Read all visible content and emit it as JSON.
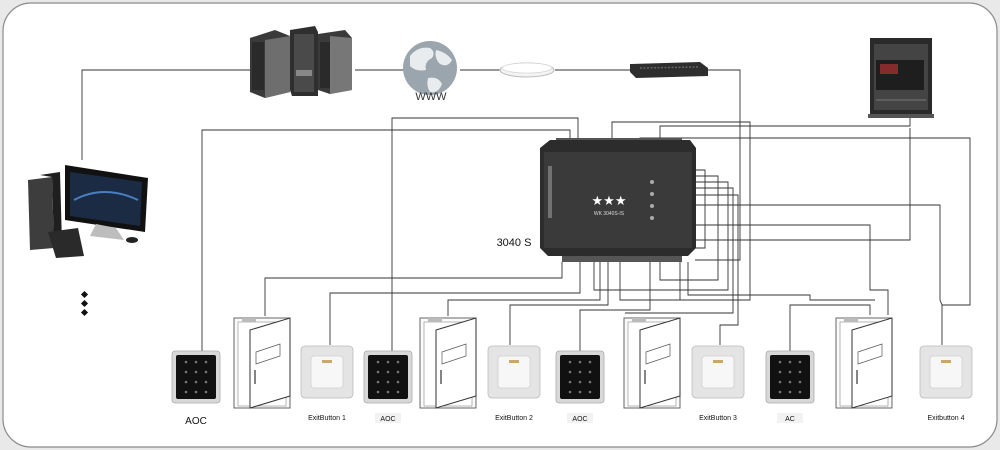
{
  "labels": {
    "www": "WWW",
    "controller_model": "3040 S",
    "controller_face": "WK 3040S-IS",
    "controller_stars": "★★★"
  },
  "readers": [
    {
      "label": "AOC"
    },
    {
      "label": "AOC"
    },
    {
      "label": "AOC"
    },
    {
      "label": "AC"
    }
  ],
  "exit_buttons": [
    {
      "label": "ExitButton 1"
    },
    {
      "label": "ExitButton 2"
    },
    {
      "label": "ExitButton 3"
    },
    {
      "label": "Exitbutton 4"
    }
  ],
  "icons": [
    "server-rack-icon",
    "globe-icon",
    "router-icon",
    "switch-icon",
    "workstation-icon",
    "alarm-panel-icon",
    "controller-icon",
    "keypad-reader-icon",
    "door-icon",
    "exit-button-icon",
    "more-dots-icon"
  ],
  "colors": {
    "background": "#e9e9e9",
    "panel": "#ffffff",
    "wire": "#333333",
    "device_dark": "#2b2b2b"
  }
}
